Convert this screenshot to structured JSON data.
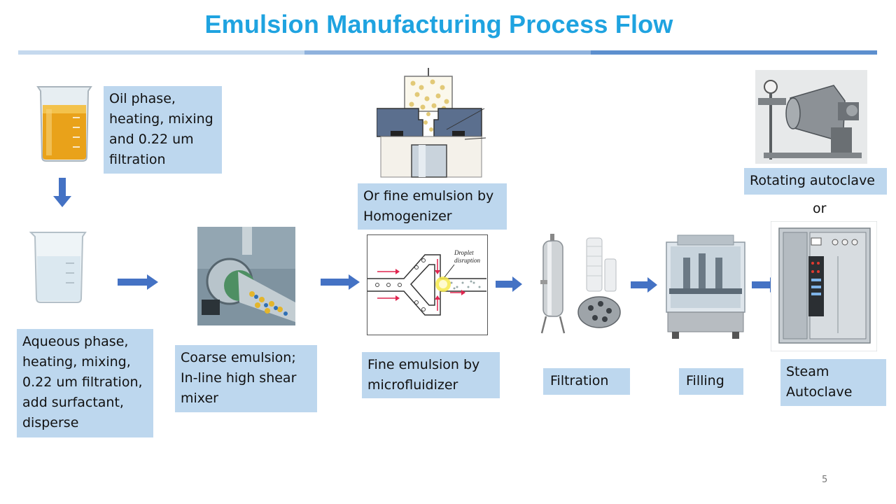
{
  "title": "Emulsion Manufacturing Process Flow",
  "steps": {
    "oil": [
      "Oil phase,",
      "heating, mixing",
      "and 0.22 um",
      "filtration"
    ],
    "aqueous": [
      "Aqueous phase,",
      "heating, mixing,",
      "0.22 um filtration,",
      "add surfactant,",
      "disperse"
    ],
    "coarse": [
      "Coarse emulsion;",
      "In-line high shear",
      "mixer"
    ],
    "homogenizer": [
      "Or fine emulsion by",
      "Homogenizer"
    ],
    "microfluidizer": [
      "Fine emulsion by",
      "microfluidizer"
    ],
    "filtration": "Filtration",
    "filling": "Filling",
    "steam": [
      "Steam",
      "Autoclave"
    ],
    "rotating": "Rotating autoclave",
    "or": "or"
  },
  "microfluidizer_label": [
    "Droplet",
    "disruption"
  ],
  "page_number": "5"
}
